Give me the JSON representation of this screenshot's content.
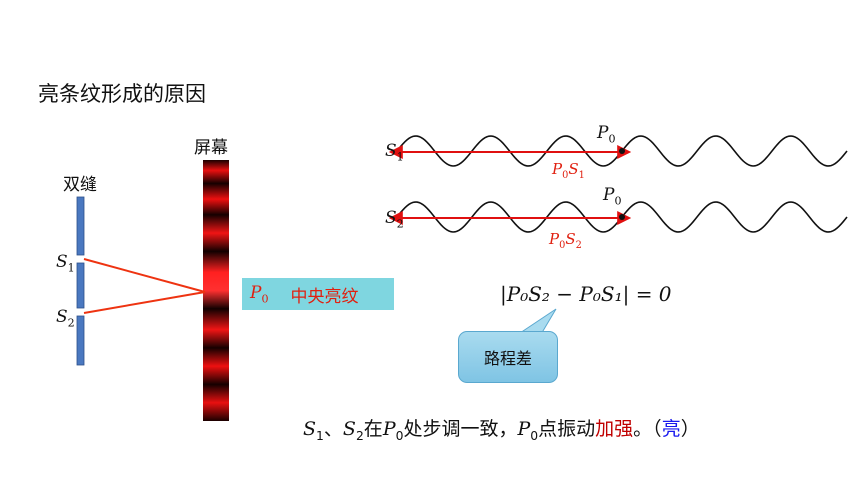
{
  "title": "亮条纹形成的原因",
  "labels": {
    "screen": "屏幕",
    "double_slit": "双缝",
    "s1": "S",
    "s1_sub": "1",
    "s2": "S",
    "s2_sub": "2",
    "p0": "P",
    "p0_sub": "0",
    "central_fringe": "中央亮纹"
  },
  "waves": {
    "path1": {
      "p": "P",
      "p_sub": "0",
      "s": "S",
      "s_sub": "1"
    },
    "path2": {
      "p": "P",
      "p_sub": "0",
      "s": "S",
      "s_sub": "2"
    }
  },
  "formula": "|P₀S₂ − P₀S₁| = 0",
  "callout": "路程差",
  "conclusion": {
    "s1": "S",
    "s1_sub": "1",
    "sep": "、",
    "s2": "S",
    "s2_sub": "2",
    "text1": "在",
    "p": "P",
    "p_sub": "0",
    "text2": "处步调一致，",
    "text3": "点振动",
    "emph": "加强",
    "text4": "。（",
    "bright": "亮",
    "close": "）"
  },
  "colors": {
    "fringe_red": "#e01010",
    "slit_blue": "#4a78c0",
    "ray_red": "#ee3311",
    "label_bg": "#7fd6e0",
    "emph": "#c00000",
    "bright": "#1a1aee"
  }
}
